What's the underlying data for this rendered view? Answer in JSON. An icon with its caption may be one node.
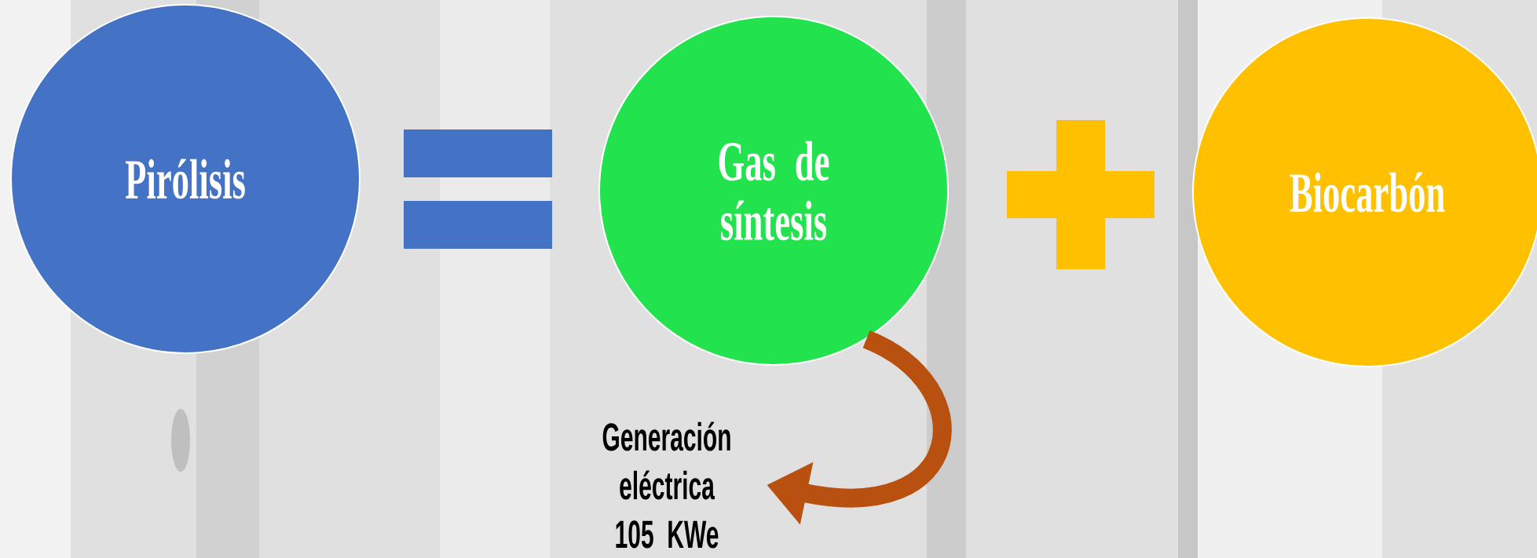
{
  "diagram": {
    "nodes": [
      {
        "text": [
          "Pirólisis"
        ]
      },
      {
        "text": [
          "Gas de síntesis"
        ]
      },
      {
        "text": [
          "Biocarbón"
        ]
      },
      {
        "text": [
          "Generación eléctrica 105 KWe"
        ]
      }
    ],
    "edges": [
      {
        "from": 1,
        "to": 3,
        "arrow": "to"
      }
    ]
  }
}
